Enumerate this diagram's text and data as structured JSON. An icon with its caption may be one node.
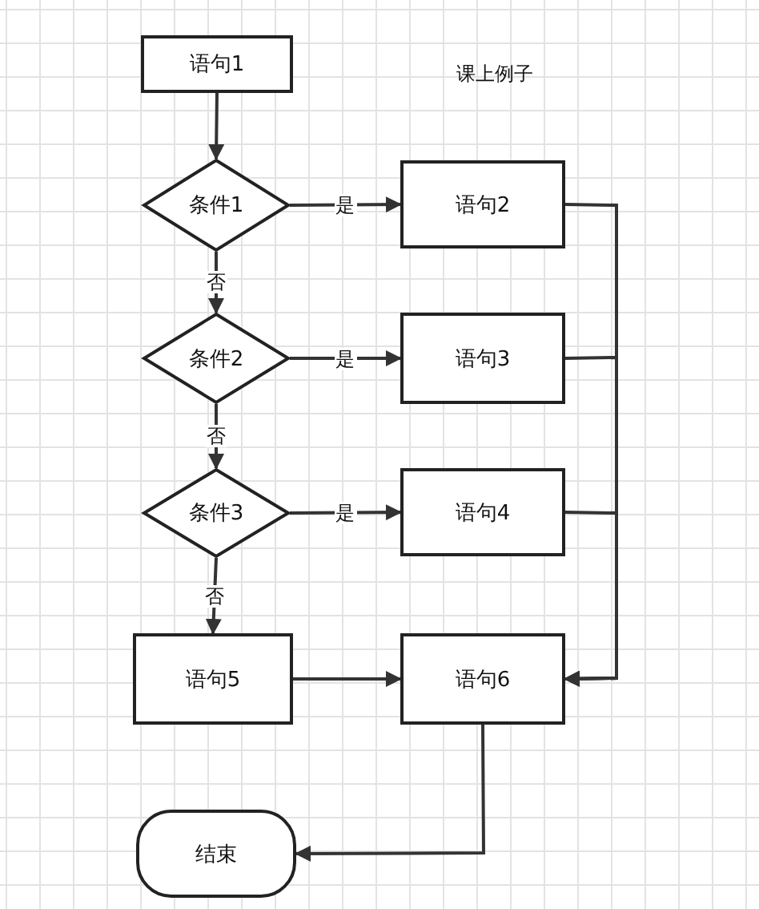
{
  "diagram": {
    "nodes": [
      {
        "text": [
          "语句1"
        ]
      },
      {
        "text": [
          "条件1"
        ]
      },
      {
        "text": [
          "语句2"
        ]
      },
      {
        "text": [
          "条件2"
        ]
      },
      {
        "text": [
          "语句3"
        ]
      },
      {
        "text": [
          "条件3"
        ]
      },
      {
        "text": [
          "语句4"
        ]
      },
      {
        "text": [
          "语句5"
        ]
      },
      {
        "text": [
          "语句6"
        ]
      },
      {
        "text": [
          "结束"
        ]
      }
    ],
    "edges": [
      {
        "from": 0,
        "to": 1,
        "arrow": "to"
      },
      {
        "from": 1,
        "to": 2,
        "arrow": "to",
        "label": "是"
      },
      {
        "from": 1,
        "to": 3,
        "arrow": "to",
        "label": "否"
      },
      {
        "from": 3,
        "to": 4,
        "arrow": "to",
        "label": "是"
      },
      {
        "from": 3,
        "to": 5,
        "arrow": "to",
        "label": "否"
      },
      {
        "from": 5,
        "to": 6,
        "arrow": "to",
        "label": "是"
      },
      {
        "from": 5,
        "to": 7,
        "arrow": "to",
        "label": "否"
      },
      {
        "from": 7,
        "to": 8,
        "arrow": "to"
      },
      {
        "from": 2,
        "to": 8,
        "arrow": "to"
      },
      {
        "from": 4,
        "to": 8,
        "arrow": "to"
      },
      {
        "from": 6,
        "to": 8,
        "arrow": "to"
      },
      {
        "from": 8,
        "to": 9,
        "arrow": "to"
      }
    ],
    "labels": [
      "课上例子"
    ]
  }
}
